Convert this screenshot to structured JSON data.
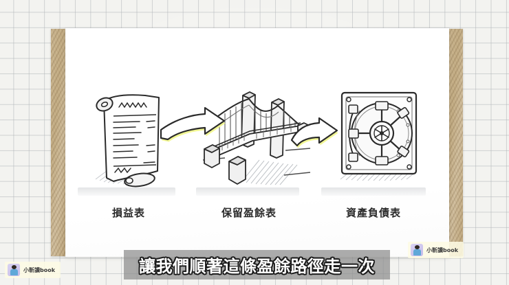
{
  "slide": {
    "labels": [
      {
        "text": "損益表",
        "icon": "scroll-icon"
      },
      {
        "text": "保留盈餘表",
        "icon": "bridge-icon"
      },
      {
        "text": "資產負債表",
        "icon": "vault-icon"
      }
    ],
    "arrows": [
      {
        "name": "arrow-scroll-to-bridge",
        "color": "#e9f07a"
      },
      {
        "name": "arrow-bridge-to-vault",
        "color": "#e9f07a"
      }
    ]
  },
  "subtitle": {
    "text": "讓我們順著這條盈餘路徑走一次"
  },
  "watermarks": [
    {
      "text": "小靳讀book"
    },
    {
      "text": "小靳讀book"
    }
  ],
  "colors": {
    "background_grid": "#f3f3f0",
    "grid_line": "#b0b4b8",
    "board_wood": "#c5af87",
    "sheet_white": "#ffffff",
    "label_text": "#2b2b2b",
    "subtitle_band": "#8c8c8c",
    "subtitle_text": "#ffffff",
    "subtitle_outline": "#1a1a1a",
    "arrow_highlight": "#e9f07a",
    "ink": "#2a2a2a"
  }
}
